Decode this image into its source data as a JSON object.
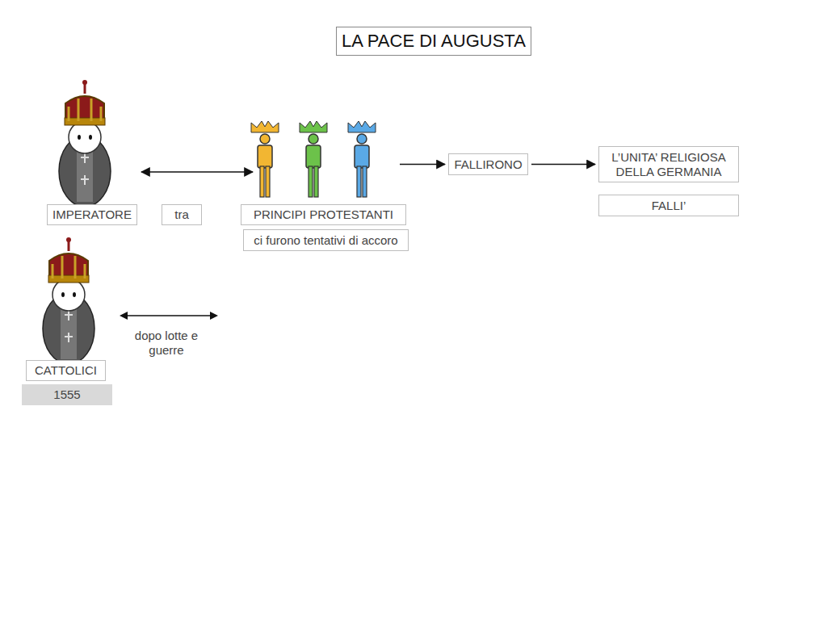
{
  "diagram": {
    "title": "LA PACE DI AUGUSTA",
    "nodes": [
      {
        "text": [
          "IMPERATORE"
        ]
      },
      {
        "text": [
          "tra"
        ]
      },
      {
        "text": [
          "PRINCIPI PROTESTANTI"
        ]
      },
      {
        "text": [
          "ci furono tentativi di accoro"
        ]
      },
      {
        "text": [
          "FALLIRONO"
        ]
      },
      {
        "text": [
          "L’UNITA’ RELIGIOSA DELLA GERMANIA"
        ]
      },
      {
        "text": [
          "FALLI’"
        ]
      },
      {
        "text": [
          "CATTOLICI"
        ]
      },
      {
        "text": [
          "1555"
        ]
      }
    ],
    "edges": [
      {
        "from": 0,
        "to": 2,
        "arrow": "both"
      },
      {
        "from": 2,
        "to": 4,
        "arrow": "to"
      },
      {
        "from": 4,
        "to": 5,
        "arrow": "to"
      }
    ],
    "labels": [
      "dopo lotte e guerre"
    ]
  }
}
